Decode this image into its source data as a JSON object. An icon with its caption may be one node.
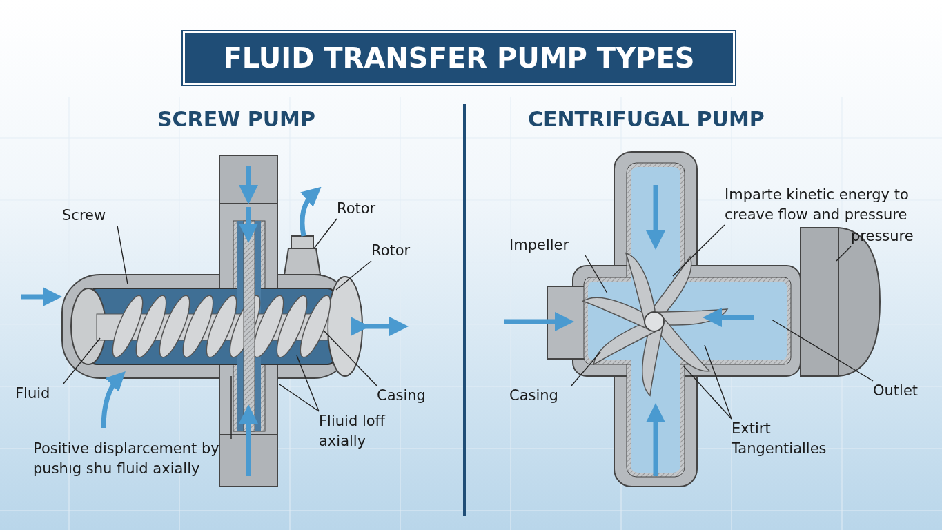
{
  "diagram": {
    "title": "FLUID TRANSFER PUMP TYPES",
    "nodes": [
      {
        "text": [
          "Screw"
        ]
      },
      {
        "text": [
          "Rotor"
        ]
      },
      {
        "text": [
          "Rotor"
        ]
      },
      {
        "text": [
          "Fluid"
        ]
      },
      {
        "text": [
          "Casing"
        ]
      },
      {
        "text": [
          "Fliuid loff axially"
        ]
      },
      {
        "text": [
          "Positive displarcement by pushıg shu fluid axially"
        ]
      },
      {
        "text": [
          "Impeller"
        ]
      },
      {
        "text": [
          "Imparte kinetic energy to creave flow and pressure"
        ]
      },
      {
        "text": [
          "pressure"
        ]
      },
      {
        "text": [
          "Casing"
        ]
      },
      {
        "text": [
          "Outlet"
        ]
      },
      {
        "text": [
          "Extirt Tangentialles"
        ]
      }
    ],
    "edges": [
      {
        "from": 0,
        "to": null,
        "arrow": "none"
      },
      {
        "from": 1,
        "to": null,
        "arrow": "none"
      },
      {
        "from": 2,
        "to": null,
        "arrow": "none"
      },
      {
        "from": 3,
        "to": null,
        "arrow": "none"
      },
      {
        "from": 4,
        "to": null,
        "arrow": "none"
      },
      {
        "from": 5,
        "to": null,
        "arrow": "none"
      },
      {
        "from": 5,
        "to": null,
        "arrow": "none"
      },
      {
        "from": 6,
        "to": null,
        "arrow": "none"
      },
      {
        "from": 7,
        "to": null,
        "arrow": "none"
      },
      {
        "from": 8,
        "to": null,
        "arrow": "none"
      },
      {
        "from": 9,
        "to": null,
        "arrow": "none"
      },
      {
        "from": 10,
        "to": null,
        "arrow": "none"
      },
      {
        "from": 11,
        "to": null,
        "arrow": "none"
      },
      {
        "from": 12,
        "to": null,
        "arrow": "none"
      },
      {
        "from": 12,
        "to": null,
        "arrow": "none"
      }
    ],
    "labels": [
      "SCREW PUMP",
      "CENTRIFUGAL PUMP"
    ]
  }
}
